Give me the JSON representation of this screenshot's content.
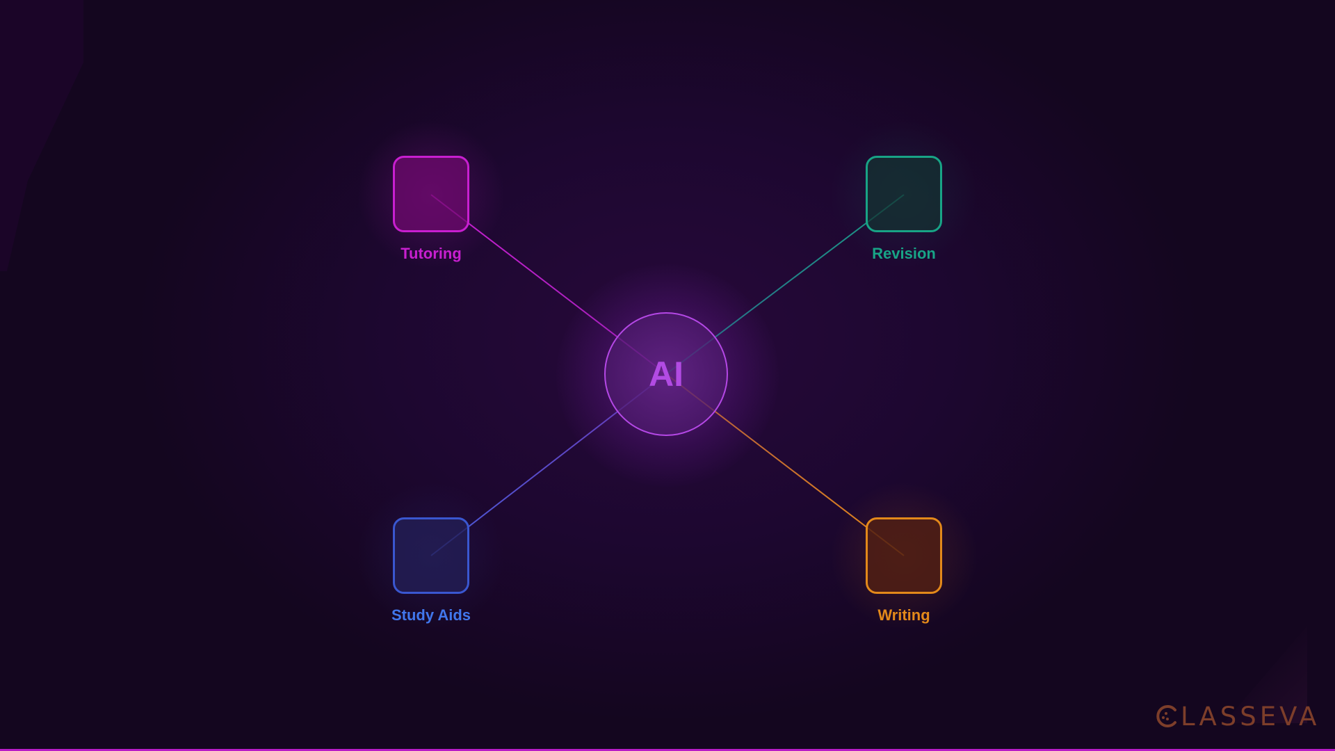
{
  "diagram": {
    "hub": {
      "label": "AI",
      "color": "#b24be3"
    },
    "nodes": [
      {
        "id": "tutoring",
        "label": "Tutoring",
        "color": "#c81fd0"
      },
      {
        "id": "revision",
        "label": "Revision",
        "color": "#18a486"
      },
      {
        "id": "study_aids",
        "label": "Study Aids",
        "color": "#4177ec"
      },
      {
        "id": "writing",
        "label": "Writing",
        "color": "#e3891a"
      }
    ],
    "connections": [
      "tutoring",
      "revision",
      "study_aids",
      "writing"
    ]
  },
  "brand": {
    "logo_text": "CLASSEVA",
    "color": "#7d3e2a"
  },
  "theme": {
    "background": "#14061f",
    "accent_line": "#b81cc7"
  }
}
